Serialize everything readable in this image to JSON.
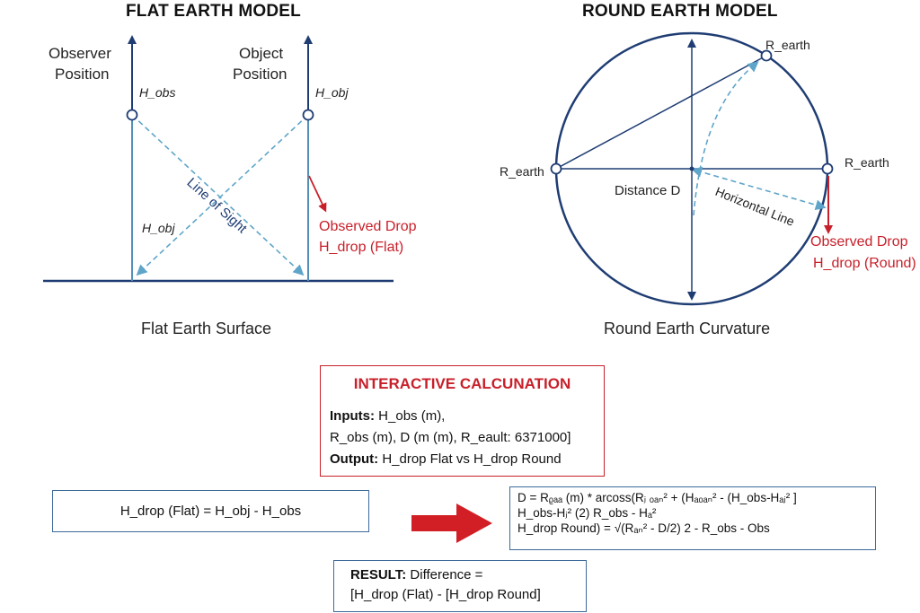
{
  "flat_model": {
    "title": "FLAT EARTH MODEL",
    "observer_label_1": "Observer",
    "observer_label_2": "Position",
    "object_label_1": "Object",
    "object_label_2": "Position",
    "h_obs": "H_obs",
    "h_obj_top": "H_obj",
    "h_obj_bottom": "H_obj",
    "line_of_sight": "Line of Sight",
    "drop_1": "Observed Drop",
    "drop_2": "H_drop (Flat)",
    "surface": "Flat Earth Surface"
  },
  "round_model": {
    "title": "ROUND EARTH MODEL",
    "r_top": "R_earth",
    "r_left": "R_earth",
    "r_right": "R_earth",
    "distance": "Distance D",
    "horizontal": "Horizontal Line",
    "drop_1": "Observed Drop",
    "drop_2": "H_drop (Round)",
    "curvature": "Round Earth Curvature"
  },
  "calculation": {
    "title": "INTERACTIVE CALCUNATION",
    "inputs_label": "Inputs:",
    "inputs_1": "H_obs (m),",
    "inputs_2": "R_obs (m), D (m (m), R_eault: 6371000]",
    "output_label": "Output:",
    "output_text": "H_drop Flat vs H_drop Round"
  },
  "flat_formula": "H_drop (Flat) = H_obj - H_obs",
  "round_formula": {
    "line_1": "D = Rᵨₐₐ (m) * arcoss(Rⱼ ₒₐₙ² + (Hₐₒₐₙ² - (H_obs-Hₐⱼ² ]",
    "line_2": "H_obs-Hⱼ²              (2) R_obs - Hₐ²",
    "line_3": "H_drop Round) = √(Rₐₙ² - D/2) 2 - R_obs - Obs"
  },
  "result": {
    "label": "RESULT:",
    "text_1": "Difference =",
    "text_2": "[H_drop (Flat) - [H_drop Round]"
  },
  "colors": {
    "navy": "#1f3d73",
    "light_blue": "#5fa5c9",
    "red": "#c8202a",
    "box_blue": "#3d6a9a"
  }
}
